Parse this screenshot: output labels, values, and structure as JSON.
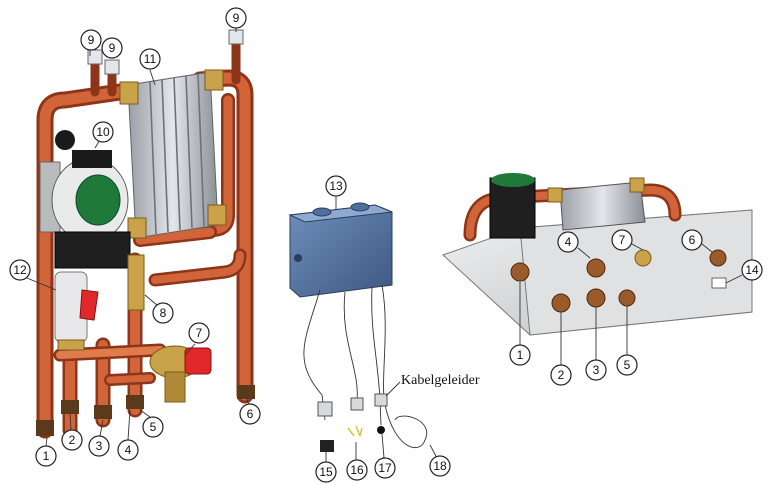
{
  "callouts": {
    "c1_left": "1",
    "c2_left": "2",
    "c3_left": "3",
    "c4_left": "4",
    "c5_left": "5",
    "c6_left": "6",
    "c7_left": "7",
    "c8_left": "8",
    "c9_a": "9",
    "c9_b": "9",
    "c9_c": "9",
    "c10": "10",
    "c11": "11",
    "c12": "12",
    "c13": "13",
    "c15": "15",
    "c16": "16",
    "c17": "17",
    "c18": "18",
    "c1_right": "1",
    "c2_right": "2",
    "c3_right": "3",
    "c4_right": "4",
    "c5_right": "5",
    "c6_right": "6",
    "c7_right": "7",
    "c14": "14"
  },
  "labels": {
    "cable_guide": "Kabelgeleider"
  },
  "colors": {
    "pipe": "#c8502a",
    "pipe_dark": "#8e3418",
    "brass": "#c9a24a",
    "plate": "#d2d4d6",
    "box": "#4f6f9c",
    "valve_red": "#e0282a",
    "pump_green": "#1f7a3a"
  }
}
